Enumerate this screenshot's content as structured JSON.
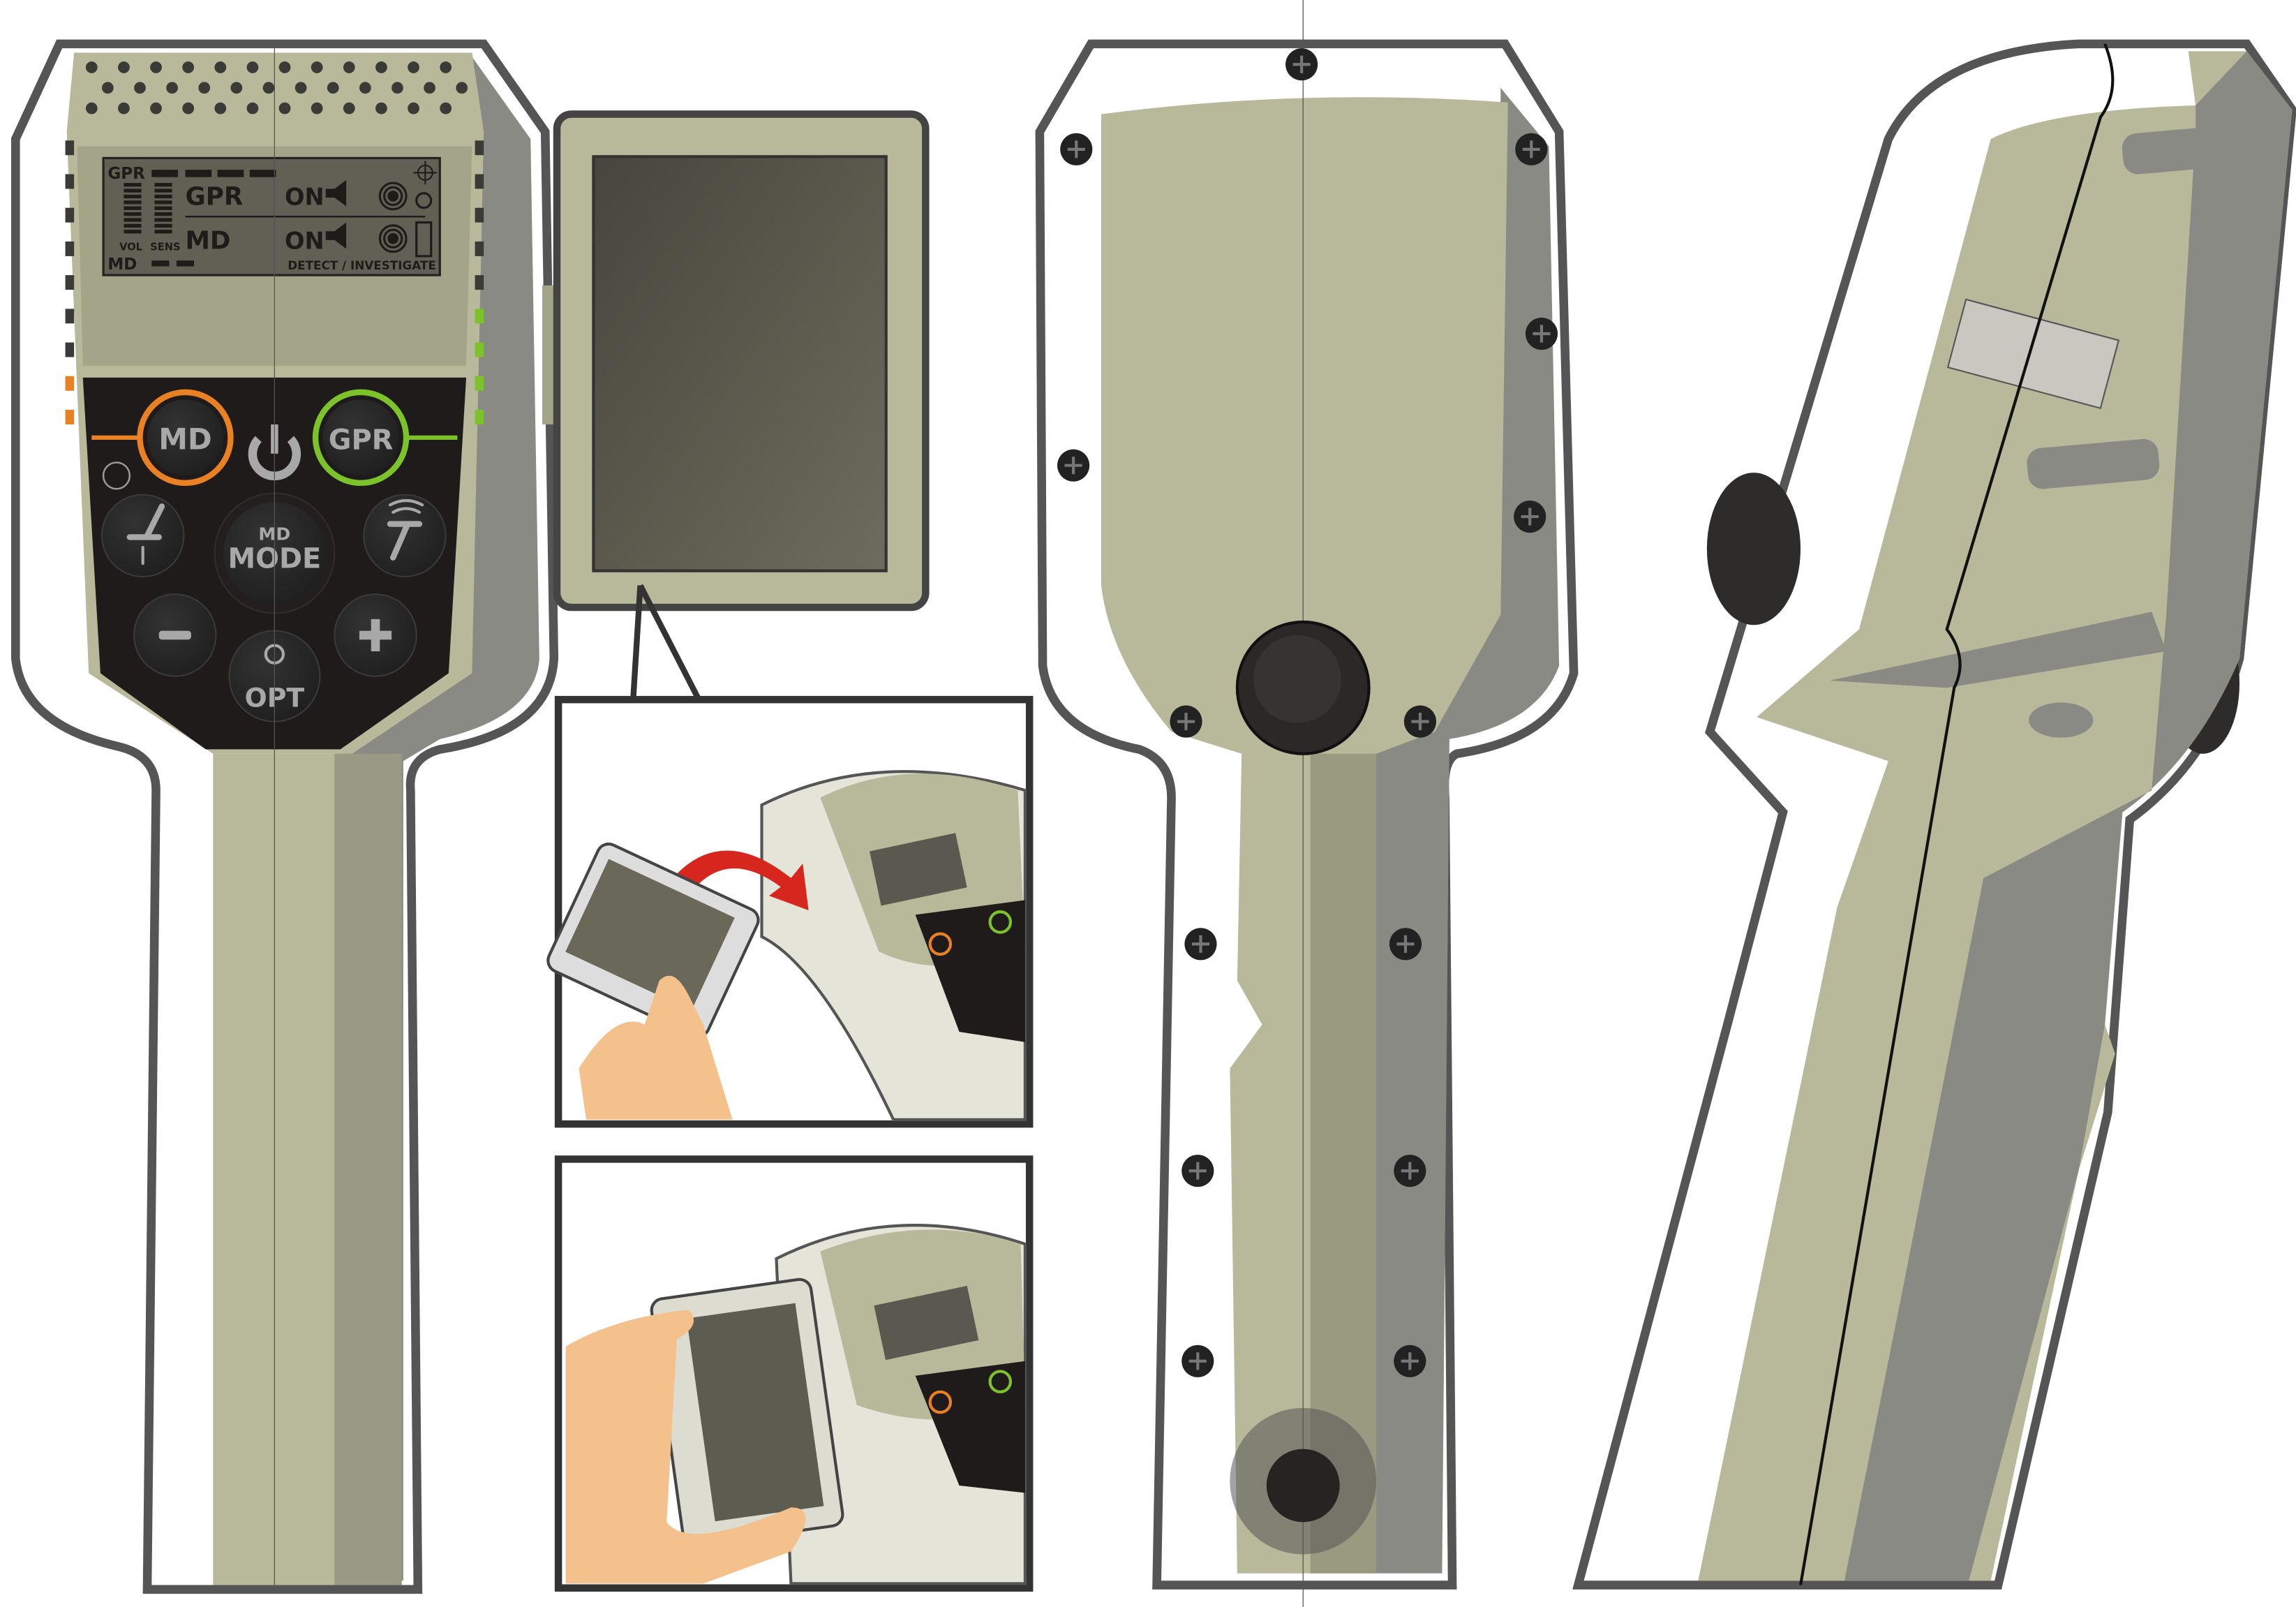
{
  "colors": {
    "body": "#b8b89a",
    "body_dark": "#8e8e76",
    "shell_grey": "#8a8a84",
    "outline": "#505050",
    "lcd": "#625f54",
    "keypad": "#1e1b1a",
    "md_ring": "#e98124",
    "gpr_ring": "#7cc22a",
    "arrow": "#d7261e",
    "skin": "#f4c08c"
  },
  "lcd": {
    "gpr_bar_label": "GPR",
    "md_bar_label": "MD",
    "gpr_mode": "GPR",
    "md_mode": "MD",
    "vol": "VOL",
    "sens": "SENS",
    "gpr_state": "ON",
    "md_state": "ON",
    "footer": "DETECT / INVESTIGATE",
    "icons": [
      "speaker-icon",
      "vibration-icon",
      "crosshair-icon",
      "mute-icon",
      "battery-icon"
    ]
  },
  "keypad": {
    "md_button": "MD",
    "gpr_button": "GPR",
    "mode_top": "MD",
    "mode_bottom": "MODE",
    "opt_button": "OPT",
    "icons": [
      "power-icon",
      "ground-balance-icon",
      "gpr-antenna-icon",
      "minus-icon",
      "plus-icon",
      "lightbulb-icon",
      "interference-icon"
    ]
  }
}
